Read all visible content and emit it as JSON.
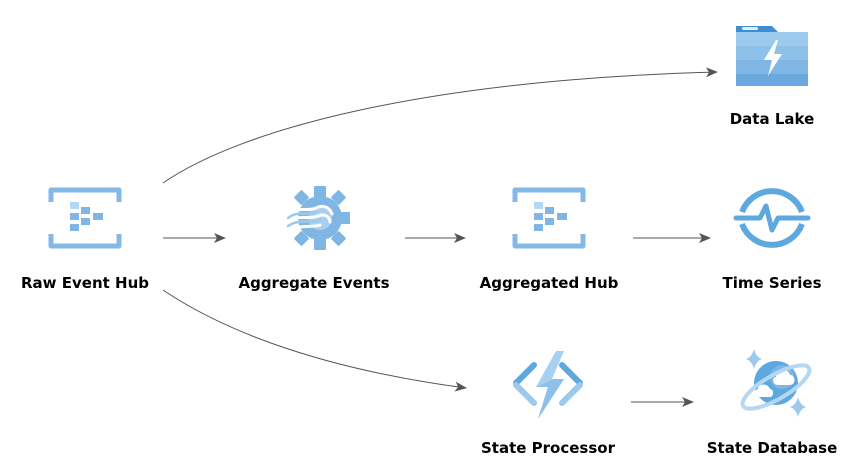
{
  "diagram": {
    "nodes": [
      {
        "id": "raw",
        "label": "Raw Event Hub",
        "icon": "event-hub-icon"
      },
      {
        "id": "agg",
        "label": "Aggregate Events",
        "icon": "stream-analytics-icon"
      },
      {
        "id": "agghub",
        "label": "Aggregated Hub",
        "icon": "event-hub-icon"
      },
      {
        "id": "lake",
        "label": "Data Lake",
        "icon": "data-lake-icon"
      },
      {
        "id": "ts",
        "label": "Time Series",
        "icon": "time-series-icon"
      },
      {
        "id": "proc",
        "label": "State Processor",
        "icon": "function-icon"
      },
      {
        "id": "db",
        "label": "State Database",
        "icon": "cosmos-db-icon"
      }
    ],
    "edges": [
      {
        "from": "raw",
        "to": "lake"
      },
      {
        "from": "raw",
        "to": "agg"
      },
      {
        "from": "agg",
        "to": "agghub"
      },
      {
        "from": "agghub",
        "to": "ts"
      },
      {
        "from": "raw",
        "to": "proc"
      },
      {
        "from": "proc",
        "to": "db"
      }
    ],
    "colors": {
      "icon_primary": "#5ea0d8",
      "icon_light": "#9ccaec",
      "edge": "#555555"
    }
  }
}
